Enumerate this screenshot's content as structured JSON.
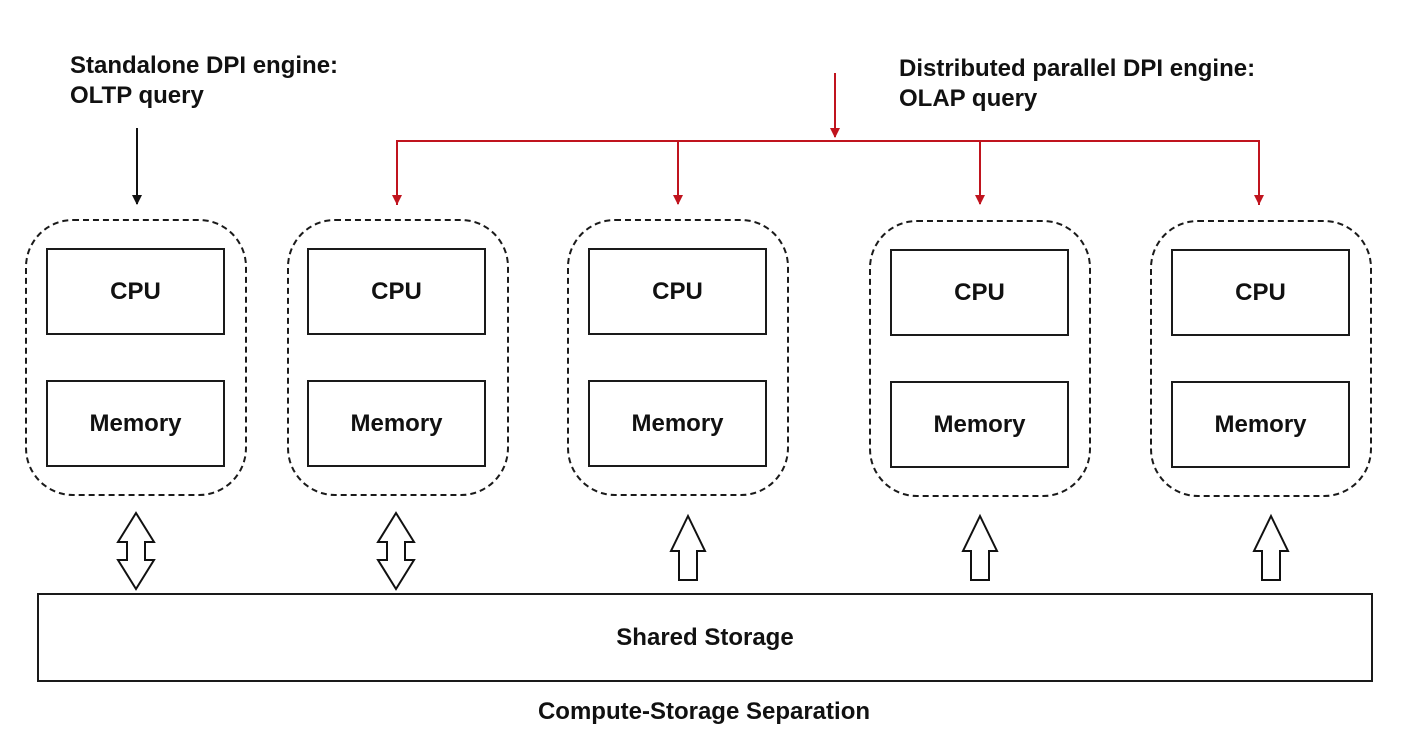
{
  "standalone_engine": {
    "line1": "Standalone DPI engine:",
    "line2": "OLTP query"
  },
  "distributed_engine": {
    "line1": "Distributed parallel DPI engine:",
    "line2": "OLAP query"
  },
  "nodes": [
    {
      "cpu": "CPU",
      "memory": "Memory",
      "storage_link": "bidirectional"
    },
    {
      "cpu": "CPU",
      "memory": "Memory",
      "storage_link": "bidirectional"
    },
    {
      "cpu": "CPU",
      "memory": "Memory",
      "storage_link": "upward"
    },
    {
      "cpu": "CPU",
      "memory": "Memory",
      "storage_link": "upward"
    },
    {
      "cpu": "CPU",
      "memory": "Memory",
      "storage_link": "upward"
    }
  ],
  "storage": {
    "label": "Shared Storage"
  },
  "footer": {
    "label": "Compute-Storage Separation"
  },
  "colors": {
    "distributed_arrows": "#c0141e",
    "standalone_arrow": "#111111",
    "outline": "#1a1a1a"
  }
}
